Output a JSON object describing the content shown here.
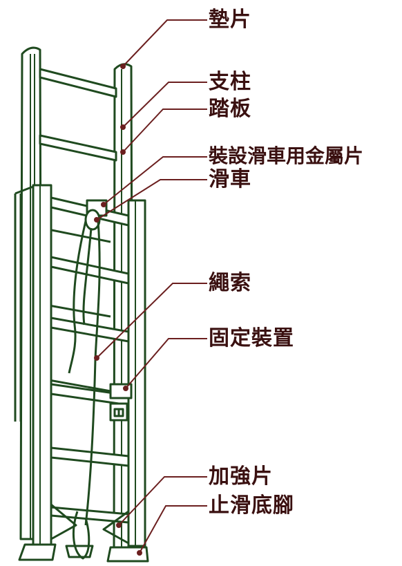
{
  "labels": {
    "pad": "墊片",
    "post": "支柱",
    "step": "踏板",
    "pulley_bracket": "裝設滑車用金屬片",
    "pulley": "滑車",
    "rope": "繩索",
    "lock": "固定裝置",
    "reinforcement": "加強片",
    "foot": "止滑底腳"
  },
  "colors": {
    "ladder": "#1f4a1f",
    "leader": "#6b1f1f",
    "text": "#3a1010"
  }
}
